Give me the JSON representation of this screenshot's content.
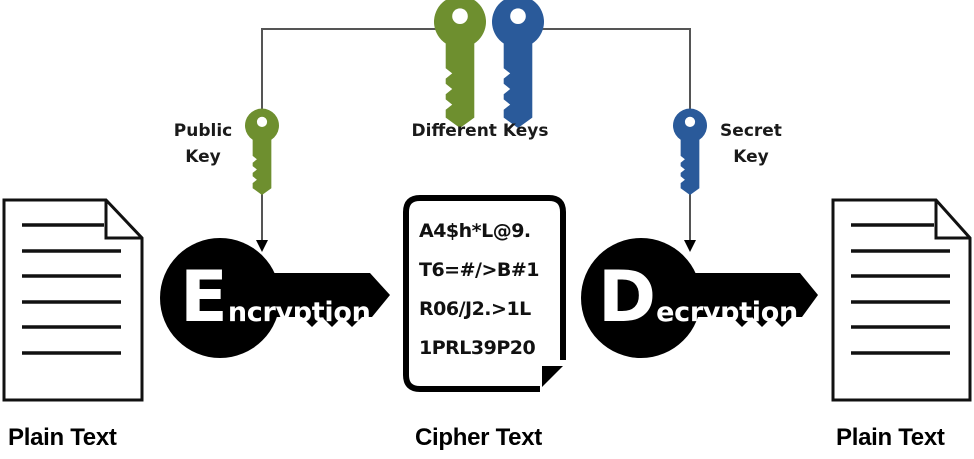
{
  "diagram": {
    "title": "Asymmetric Encryption",
    "colors": {
      "public_key": "#6e8f2f",
      "secret_key": "#2a5a9a",
      "line": "#555555",
      "ink": "#000000"
    },
    "top_label": "Different Keys",
    "public_key_label": [
      "Public",
      "Key"
    ],
    "secret_key_label": [
      "Secret",
      "Key"
    ],
    "encryption": {
      "initial": "E",
      "rest": "ncryption"
    },
    "decryption": {
      "initial": "D",
      "rest": "ecryption"
    },
    "cipher_lines": [
      "A4$h*L@9.",
      "T6=#/>B#1",
      "R06/J2.>1L",
      "1PRL39P20"
    ],
    "bottom_labels": {
      "left": "Plain Text",
      "center": "Cipher Text",
      "right": "Plain Text"
    }
  }
}
